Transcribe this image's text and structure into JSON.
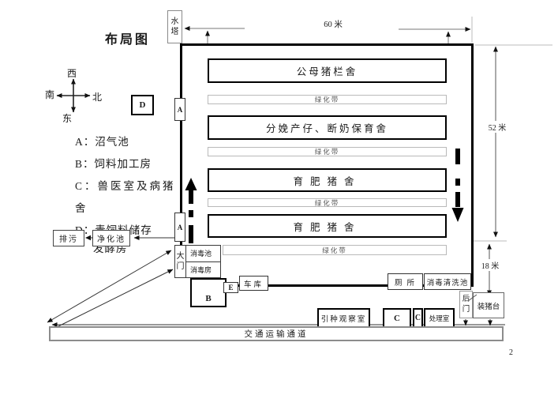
{
  "page": {
    "title": "布局图",
    "number": "2"
  },
  "compass": {
    "top": "西",
    "left": "南",
    "right": "北",
    "bottom": "东"
  },
  "legend": {
    "a_key": "A：",
    "a": "沼气池",
    "b_key": "B：",
    "b": "饲料加工房",
    "c_key": "C：",
    "c": "兽医室及病猪",
    "c2": "舍",
    "d_key": "D：",
    "d": "青饲料储存",
    "d2": "发酵房"
  },
  "dims": {
    "top": "60 米",
    "right": "52 米",
    "lower": "18 米"
  },
  "outside": {
    "water_tower": "水塔",
    "discharge": "排污",
    "purifier": "净化池",
    "road": "交通运输通道",
    "back_gate": "后门",
    "loading_dock": "装猪台",
    "marker_d": "D"
  },
  "farm": {
    "rows": [
      {
        "label": "公母猪栏舍"
      },
      {
        "label": "绿化带"
      },
      {
        "label": "分娩产仔、断奶保育舍"
      },
      {
        "label": "绿化带"
      },
      {
        "label": "育肥猪舍"
      },
      {
        "label": "绿化带"
      },
      {
        "label": "育肥猪舍"
      },
      {
        "label": "绿化带"
      }
    ],
    "biogas_a": "A",
    "gate": {
      "door": "大门",
      "pool": "消毒池",
      "room": "消毒房"
    },
    "feed_b": "B",
    "e": "E",
    "garage": "车库",
    "toilet": "厕所",
    "wash_pool": "消毒清洗池"
  },
  "bottom": {
    "observation": "引种观察室",
    "c1": "C",
    "c2": "C",
    "treatment": "处理室"
  }
}
